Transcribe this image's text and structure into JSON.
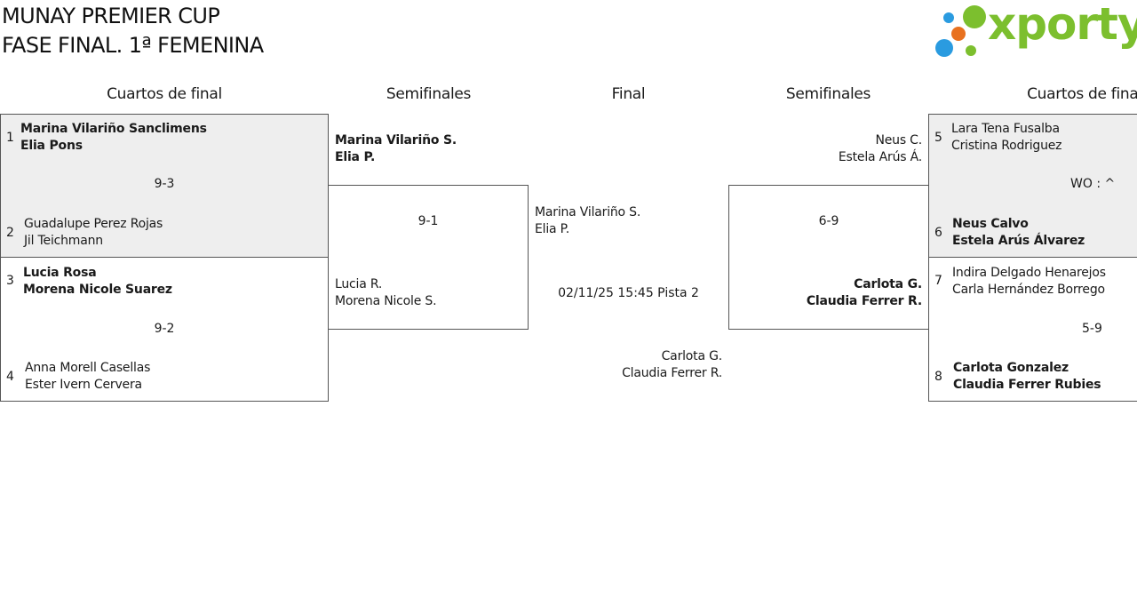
{
  "header": {
    "title_line1": "MUNAY PREMIER CUP",
    "title_line2": "FASE FINAL. 1ª FEMENINA"
  },
  "logo": {
    "text": "xporty",
    "colors": [
      "#2a9be0",
      "#7cbf2e",
      "#e8711f",
      "#2a9be0",
      "#7cbf2e"
    ]
  },
  "columns": {
    "left_qf": "Cuartos de final",
    "left_sf": "Semifinales",
    "final": "Final",
    "right_sf": "Semifinales",
    "right_qf": "Cuartos de final"
  },
  "qf": [
    {
      "seed_a": "1",
      "a1": "Marina Vilariño Sanclimens",
      "a2": "Elia Pons",
      "score": "9-3",
      "seed_b": "2",
      "b1": "Guadalupe Perez Rojas",
      "b2": "Jil Teichmann"
    },
    {
      "seed_a": "3",
      "a1": "Lucia Rosa",
      "a2": "Morena Nicole Suarez",
      "score": "9-2",
      "seed_b": "4",
      "b1": "Anna Morell Casellas",
      "b2": "Ester Ivern Cervera"
    },
    {
      "seed_a": "5",
      "a1": "Lara Tena Fusalba",
      "a2": "Cristina Rodriguez",
      "score": "WO : ^",
      "seed_b": "6",
      "b1": "Neus Calvo",
      "b2": "Estela Arús Álvarez"
    },
    {
      "seed_a": "7",
      "a1": "Indira Delgado Henarejos",
      "a2": "Carla Hernández Borrego",
      "score": "5-9",
      "seed_b": "8",
      "b1": "Carlota Gonzalez",
      "b2": "Claudia Ferrer Rubies"
    }
  ],
  "sf": [
    {
      "a1": "Marina Vilariño S.",
      "a2": "Elia P.",
      "score": "9-1",
      "b1": "Lucia R.",
      "b2": "Morena Nicole S."
    },
    {
      "a1": "Neus C.",
      "a2": "Estela Arús Á.",
      "score": "6-9",
      "b1": "Carlota G.",
      "b2": "Claudia Ferrer R."
    }
  ],
  "final": {
    "a1": "Marina Vilariño S.",
    "a2": "Elia P.",
    "schedule": "02/11/25 15:45 Pista 2",
    "b1": "Carlota G.",
    "b2": "Claudia Ferrer R."
  }
}
